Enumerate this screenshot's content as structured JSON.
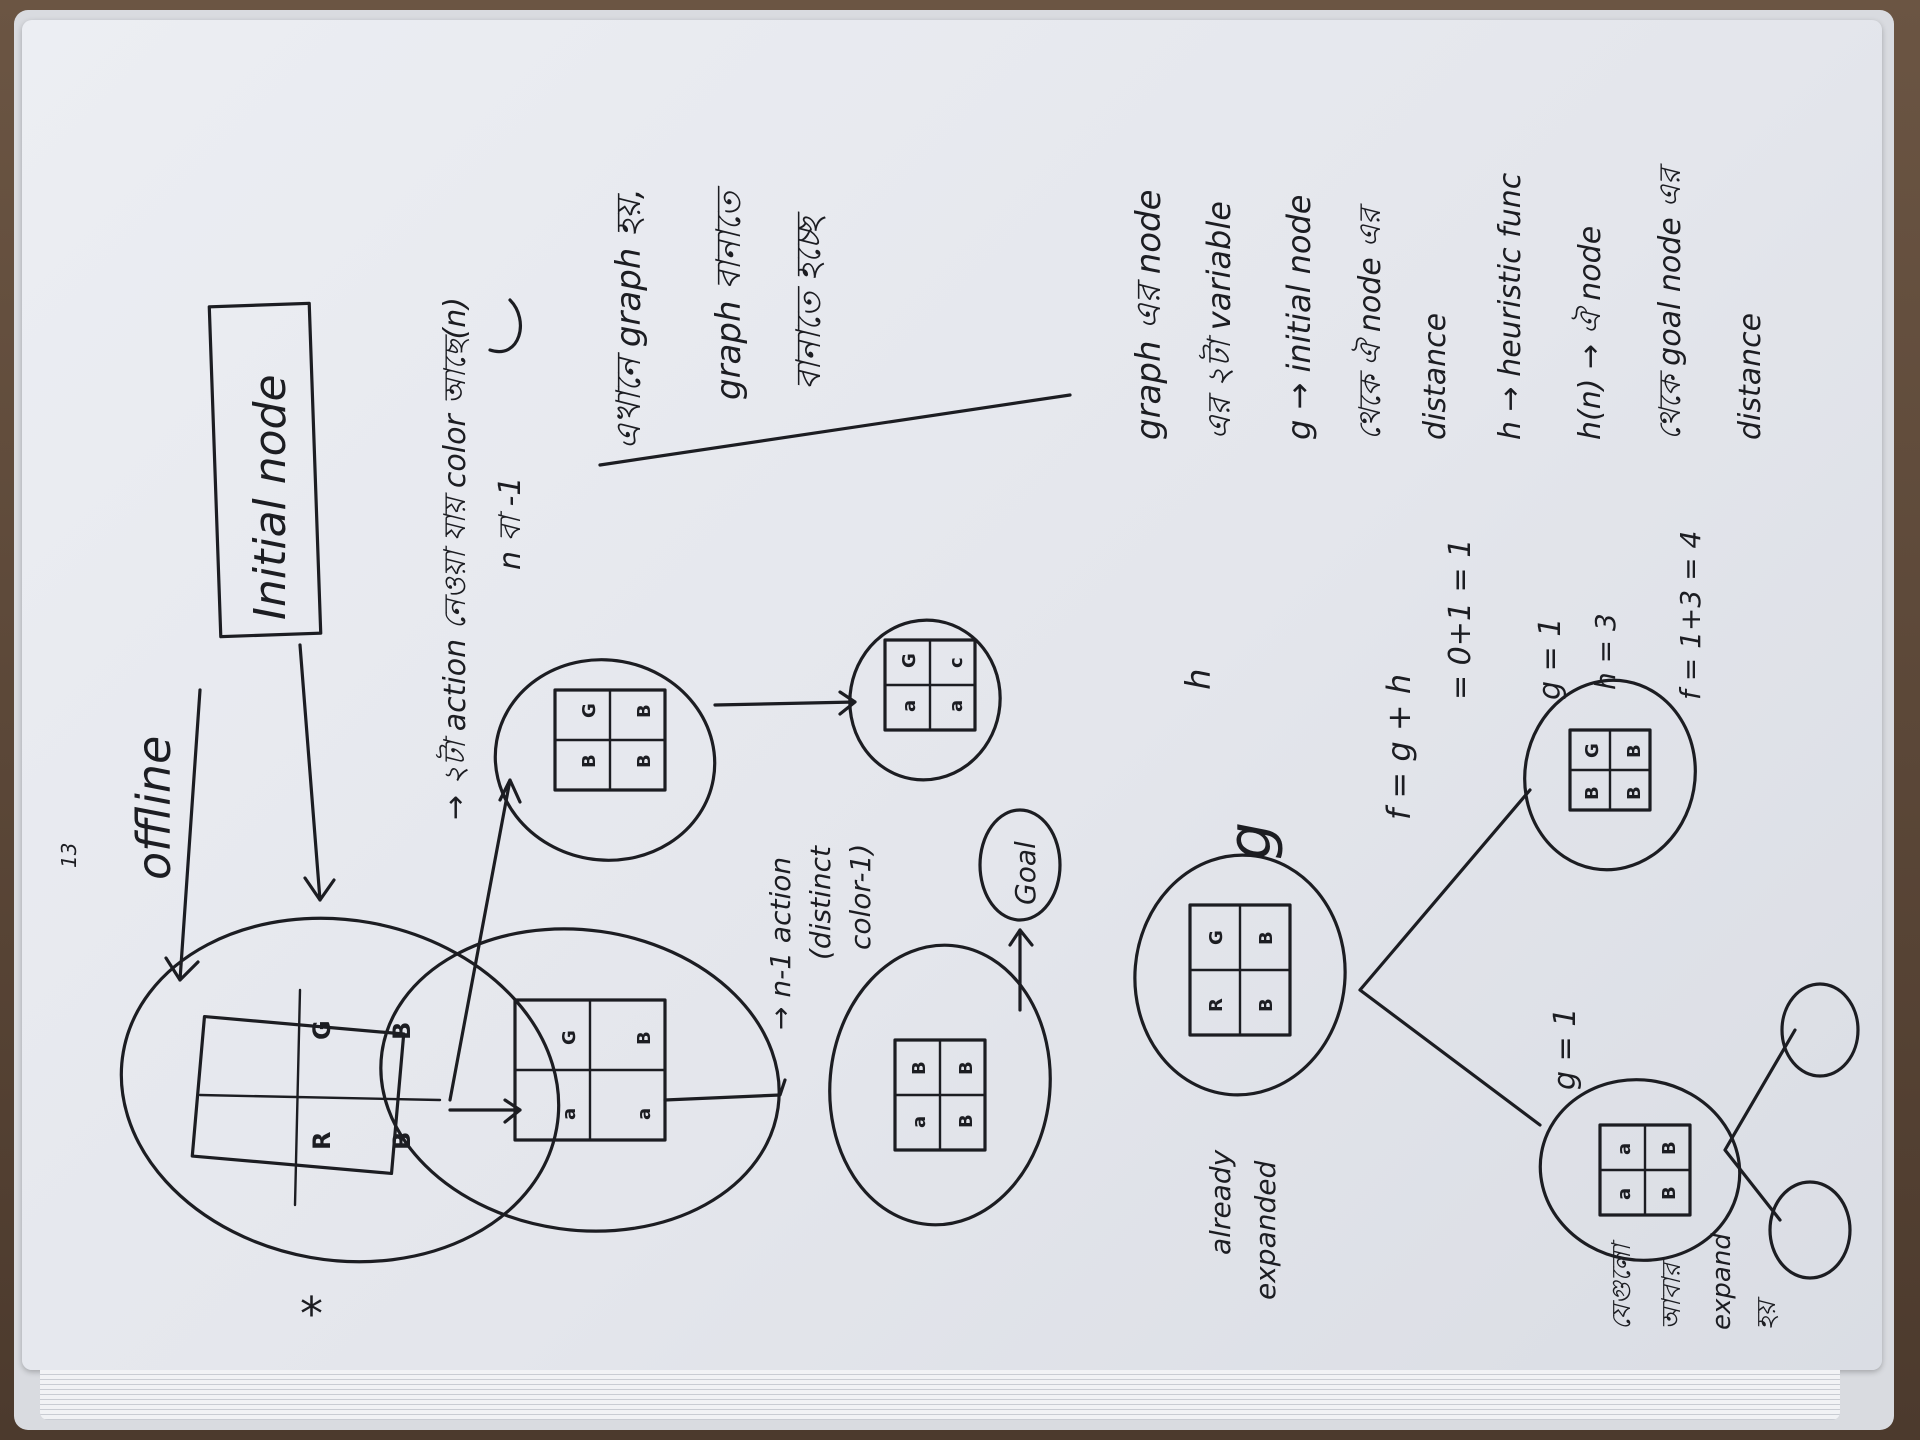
{
  "heading": {
    "title": "offline",
    "page_mark": "13"
  },
  "initial_box": {
    "label": "Initial node"
  },
  "notes": {
    "action_line1": "→ ২টা action নেওয়া যায় color আছে(n)",
    "action_line2": "n বা -1",
    "graph_line1": "এখানে graph হয়,",
    "graph_line2": "graph বানাতে",
    "graph_line3": "বানাতে হচ্ছে",
    "n1_action_line1": "→ n-1 action",
    "n1_action_line2": "(distinct",
    "n1_action_line3": "color-1)",
    "goal_label": "Goal",
    "arrow_goal": "→",
    "star": "*",
    "already_line1": "already",
    "already_line2": "expanded",
    "expand_line1": "যেগুলো",
    "expand_line2": "আবার",
    "expand_line3": "expand",
    "expand_line4": "হয়",
    "g_letter": "g",
    "h_letter": "h",
    "f_line1": "f = g + h",
    "f_line2": "= 0+1 = 1",
    "g_child1": "g = 1",
    "g_child2_line1": "g = 1",
    "g_child2_line2": "h = 3",
    "g_child2_line3": "f = 1+3 = 4",
    "right_line1": "graph এর node",
    "right_line2": "এর ২টা variable",
    "right_line3": "g → initial node",
    "right_line4": "থেকে ঐ node এর",
    "right_line5": "distance",
    "right_line6": "h → heuristic func",
    "right_line7": "h(n) → ঐ node",
    "right_line8": "থেকে goal node এর",
    "right_line9": "distance"
  },
  "grids": {
    "initial": [
      "R",
      "G",
      "B",
      "B"
    ],
    "child_a": [
      "a",
      "G",
      "a",
      "B"
    ],
    "child_b": [
      "B",
      "G",
      "B",
      "B"
    ],
    "child_c": [
      "a",
      "G",
      "a",
      "c"
    ],
    "child_d": [
      "a",
      "B",
      "B",
      "B"
    ],
    "lower_root": [
      "R",
      "G",
      "B",
      "B"
    ],
    "lower_left": [
      "a",
      "a",
      "B",
      "B"
    ],
    "lower_right": [
      "B",
      "G",
      "B",
      "B"
    ]
  }
}
